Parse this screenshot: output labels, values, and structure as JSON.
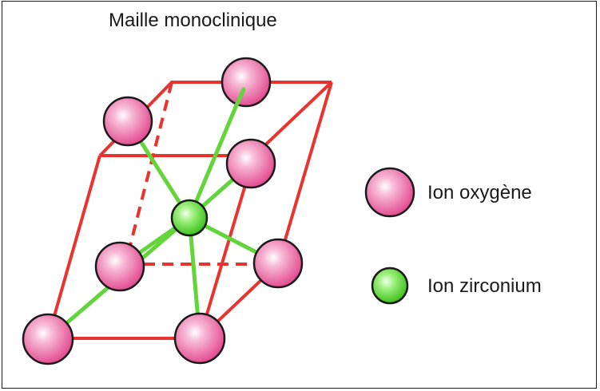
{
  "title": "Maille monoclinique",
  "legend": {
    "oxygen": {
      "label": "Ion oxygène",
      "color": "#e8559a"
    },
    "zirconium": {
      "label": "Ion zirconium",
      "color": "#55dd33"
    }
  },
  "colors": {
    "cell_edge": "#e8332e",
    "bond": "#63d43a",
    "atom_outline": "#1a1a1a"
  }
}
